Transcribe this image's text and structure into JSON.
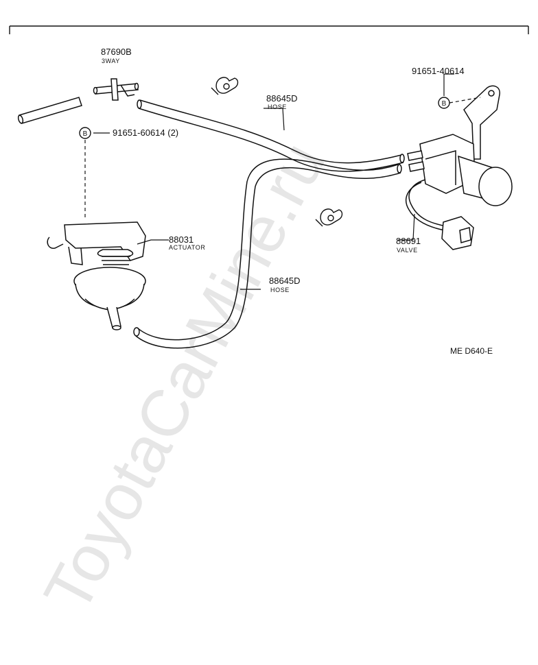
{
  "watermark": "ToyotaCarMine.ru",
  "diagram_code": "ME  D640-E",
  "parts": [
    {
      "number": "87690B",
      "name": "3WAY"
    },
    {
      "number": "91651-40614",
      "name": ""
    },
    {
      "number": "88645D",
      "name": "HOSE"
    },
    {
      "number": "91651-60614 (2)",
      "name": ""
    },
    {
      "number": "88031",
      "name": "ACTUATOR"
    },
    {
      "number": "88691",
      "name": "VALVE"
    },
    {
      "number": "88645D",
      "name": "HOSE"
    }
  ],
  "bolt_marker": "B"
}
